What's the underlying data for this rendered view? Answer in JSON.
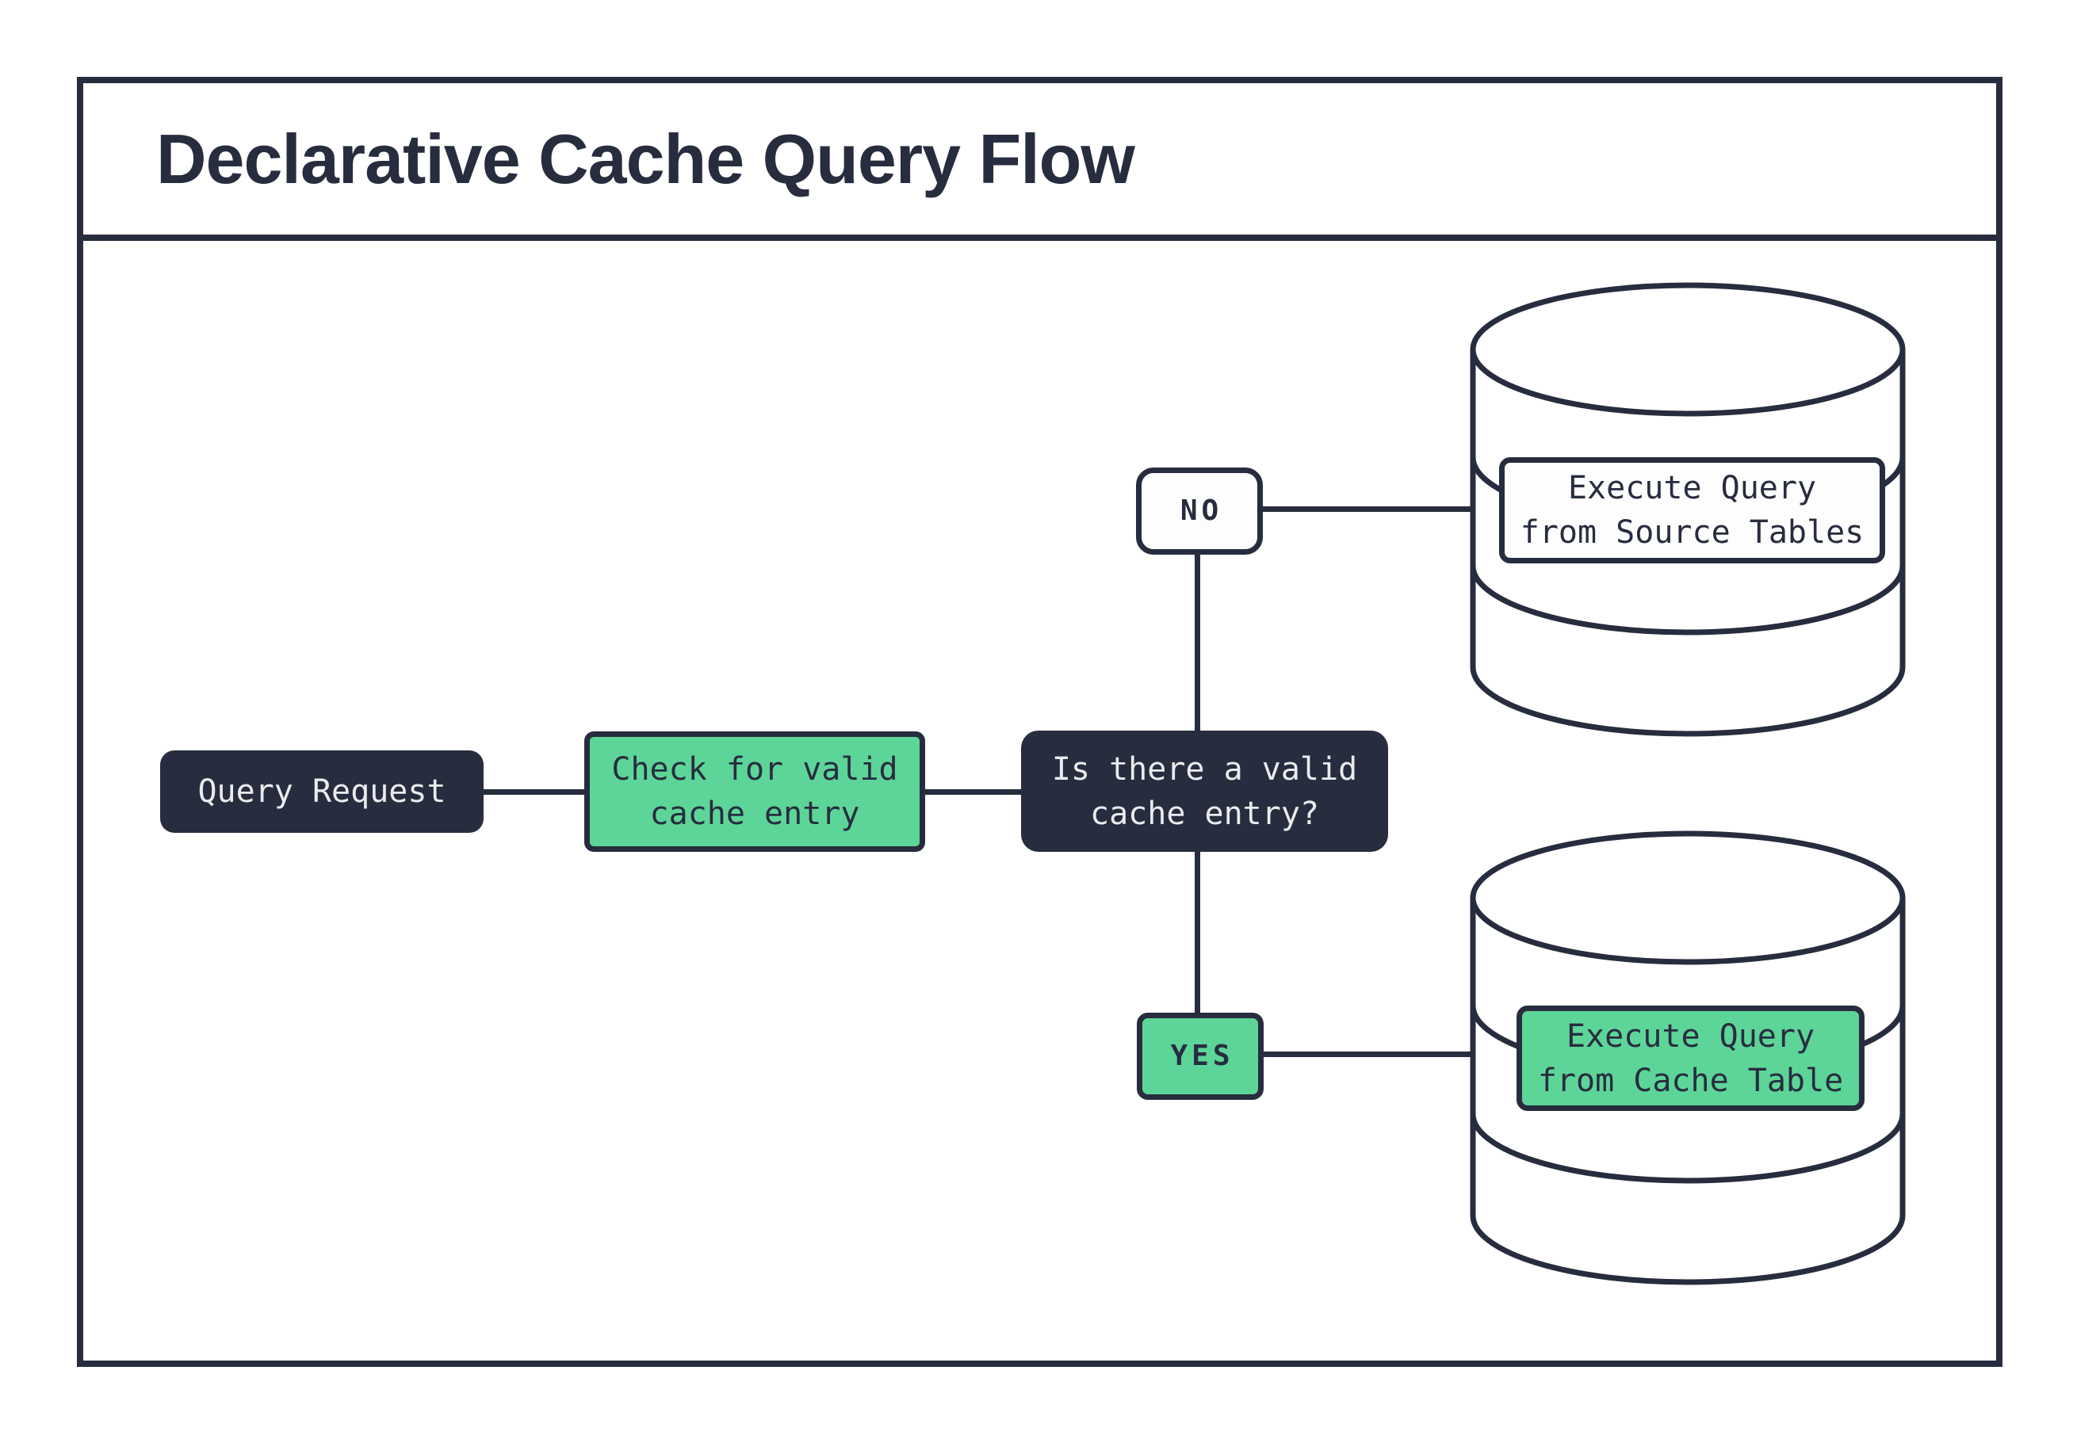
{
  "header": {
    "title": "Declarative Cache Query Flow"
  },
  "flow": {
    "query_request": "Query Request",
    "check_cache": "Check for valid\ncache entry",
    "decision": "Is there a valid\ncache entry?",
    "branch_no": "NO",
    "branch_yes": "YES",
    "execute_source": "Execute Query\nfrom Source Tables",
    "execute_cache": "Execute Query\nfrom Cache Table"
  },
  "colors": {
    "ink": "#272d3e",
    "green": "#5dd598",
    "paper": "#ffffff",
    "box_white": "#fdfdfd",
    "text_light": "#e9ebee"
  }
}
